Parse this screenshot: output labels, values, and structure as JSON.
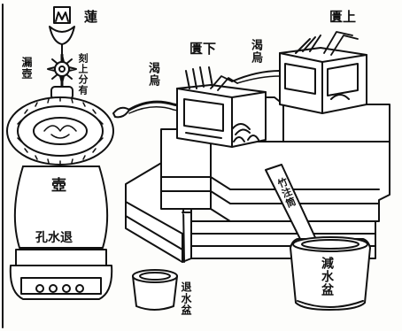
{
  "labels": {
    "top_ornament": "蓮",
    "left_side": "漏壺",
    "right_side": "刻上分有",
    "hook_label": "渴烏",
    "upper_tank": "匱上",
    "lower_tank": "匱下",
    "upper_pipe": "渴烏",
    "vessel": "壺",
    "holes": "孔水退",
    "small_basin": "退水盆",
    "big_basin": "減水盆",
    "tube": "竹注筒"
  },
  "colors": {
    "ink": "#111111",
    "paper": "#fdfdfb"
  }
}
